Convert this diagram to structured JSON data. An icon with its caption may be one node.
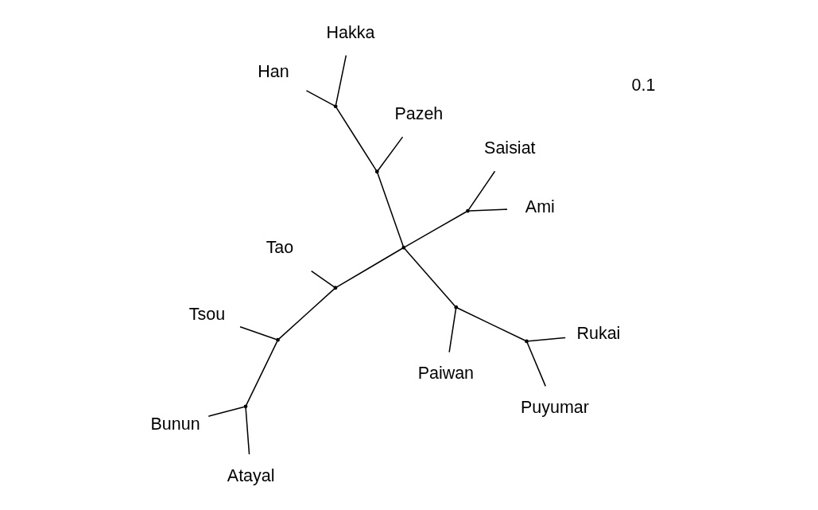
{
  "diagram": {
    "nodes": [
      {
        "text": [
          "Bunun"
        ]
      },
      {
        "text": [
          "Atayal"
        ]
      },
      {
        "text": [],
        "shape": "point"
      },
      {
        "text": [
          "Saisiat"
        ]
      },
      {
        "text": [
          "Tsou"
        ]
      },
      {
        "text": [],
        "shape": "point"
      },
      {
        "text": [
          "Ami"
        ]
      },
      {
        "text": [],
        "shape": "point"
      },
      {
        "text": [],
        "shape": "point"
      },
      {
        "text": [],
        "shape": "point"
      },
      {
        "text": [
          "Paiwan"
        ]
      },
      {
        "text": [],
        "shape": "point"
      },
      {
        "text": [],
        "shape": "point"
      },
      {
        "text": [],
        "shape": "point"
      },
      {
        "text": [
          "Pazeh"
        ]
      },
      {
        "text": [
          "Puyumar"
        ]
      },
      {
        "text": [
          "Rukai"
        ]
      },
      {
        "text": [],
        "shape": "point"
      },
      {
        "text": [
          "Han"
        ]
      },
      {
        "text": [
          "Hakka"
        ]
      },
      {
        "text": [
          "Tao"
        ]
      }
    ],
    "edges": [
      {
        "from": 2,
        "to": 0,
        "arrow": "none"
      },
      {
        "from": 2,
        "to": 1,
        "arrow": "none"
      },
      {
        "from": 5,
        "to": 2,
        "arrow": "none"
      },
      {
        "from": 5,
        "to": 4,
        "arrow": "none"
      },
      {
        "from": 8,
        "to": 5,
        "arrow": "none"
      },
      {
        "from": 8,
        "to": 20,
        "arrow": "none"
      },
      {
        "from": 8,
        "to": 9,
        "arrow": "none"
      },
      {
        "from": 9,
        "to": 7,
        "arrow": "none"
      },
      {
        "from": 7,
        "to": 3,
        "arrow": "none"
      },
      {
        "from": 7,
        "to": 6,
        "arrow": "none"
      },
      {
        "from": 9,
        "to": 11,
        "arrow": "none"
      },
      {
        "from": 11,
        "to": 10,
        "arrow": "none"
      },
      {
        "from": 11,
        "to": 12,
        "arrow": "none"
      },
      {
        "from": 12,
        "to": 15,
        "arrow": "none"
      },
      {
        "from": 12,
        "to": 16,
        "arrow": "none"
      },
      {
        "from": 9,
        "to": 13,
        "arrow": "none"
      },
      {
        "from": 13,
        "to": 14,
        "arrow": "none"
      },
      {
        "from": 13,
        "to": 17,
        "arrow": "none"
      },
      {
        "from": 17,
        "to": 18,
        "arrow": "none"
      },
      {
        "from": 17,
        "to": 19,
        "arrow": "none"
      }
    ],
    "labels": [
      "0.1"
    ]
  }
}
